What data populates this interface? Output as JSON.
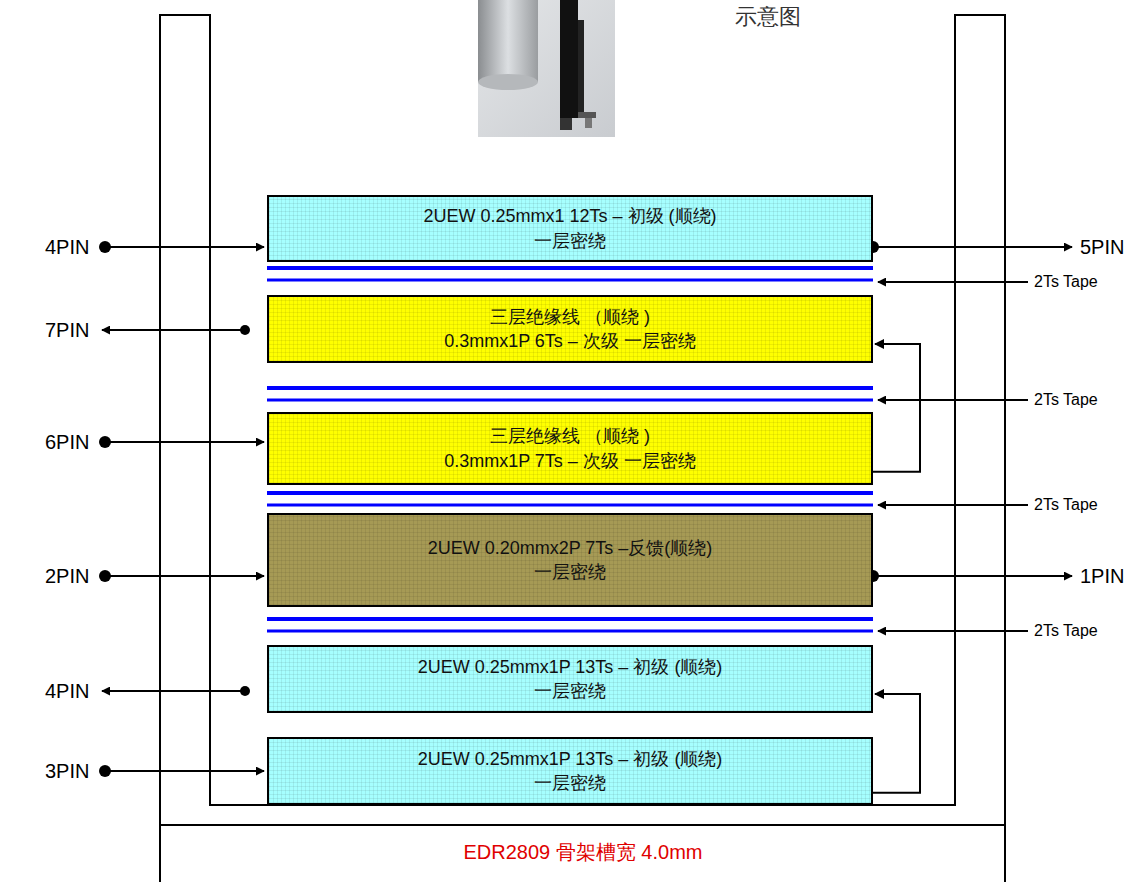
{
  "diagram": {
    "title": "示意图",
    "nodes": [
      {
        "text": [
          "2UEW 0.25mmx1 12Ts – 初级 (顺绕)",
          "一层密绕"
        ]
      },
      {
        "text": [
          "三层绝缘线 （顺绕 )",
          "0.3mmx1P 6Ts – 次级 一层密绕"
        ]
      },
      {
        "text": [
          "三层绝缘线 （顺绕 )",
          "0.3mmx1P 7Ts – 次级 一层密绕"
        ]
      },
      {
        "text": [
          "2UEW 0.20mmx2P 7Ts –反馈(顺绕)",
          "一层密绕"
        ]
      },
      {
        "text": [
          "2UEW 0.25mmx1P 13Ts – 初级 (顺绕)",
          "一层密绕"
        ]
      },
      {
        "text": [
          "2UEW 0.25mmx1P 13Ts – 初级 (顺绕)",
          "一层密绕"
        ]
      }
    ],
    "edges": [
      {
        "from": 2,
        "to": 1,
        "arrow": "to"
      },
      {
        "from": 5,
        "to": 4,
        "arrow": "to"
      }
    ],
    "labels": [
      "4PIN",
      "5PIN",
      "2Ts Tape",
      "7PIN",
      "2Ts Tape",
      "6PIN",
      "2Ts Tape",
      "2PIN",
      "1PIN",
      "2Ts Tape",
      "4PIN",
      "3PIN",
      "EDR2809 骨架槽宽 4.0mm"
    ]
  }
}
